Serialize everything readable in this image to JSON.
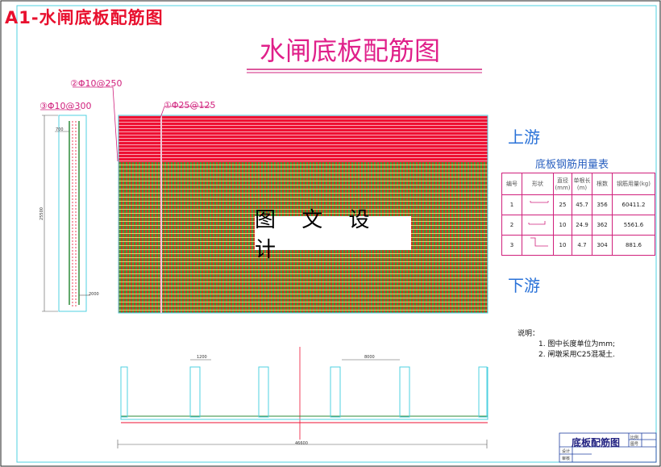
{
  "header": {
    "top_label": "A1-水闸底板配筋图",
    "drawing_title": "水闸底板配筋图"
  },
  "callouts": {
    "c2": "②Φ10@250",
    "c3": "③Φ10@300",
    "c1": "①Φ25@125",
    "dim_700": "700",
    "dim_25500": "25500",
    "dim_2000": "2000"
  },
  "plan": {
    "upstream": "上游",
    "downstream": "下游",
    "watermark": "图 文 设 计"
  },
  "rebar_table": {
    "title": "底板钢筋用量表",
    "headers": [
      "编号",
      "形状",
      "直径(mm)",
      "单根长(m)",
      "根数",
      "钢筋用量(kg)"
    ],
    "rows": [
      {
        "no": "1",
        "dia": "25",
        "len": "45.7",
        "count": "356",
        "weight": "60411.2"
      },
      {
        "no": "2",
        "dia": "10",
        "len": "24.9",
        "count": "362",
        "weight": "5561.6"
      },
      {
        "no": "3",
        "dia": "10",
        "len": "4.7",
        "count": "304",
        "weight": "881.6"
      }
    ]
  },
  "notes": {
    "heading": "说明：",
    "lines": [
      "1. 图中长度单位为mm;",
      "2. 闸墩采用C25混凝土."
    ]
  },
  "section": {
    "dim_1200": "1200",
    "dim_8000": "8000",
    "dim_total": "46600"
  },
  "title_block": {
    "title": "底板配筋图",
    "cells": [
      "设计",
      "审核",
      "比例",
      "图号"
    ]
  },
  "colors": {
    "frame": "#4fd0e0",
    "rebar_red": "#ee1133",
    "rebar_green": "#2e8b3a",
    "magenta": "#d0207c",
    "blue": "#2a72d8"
  }
}
